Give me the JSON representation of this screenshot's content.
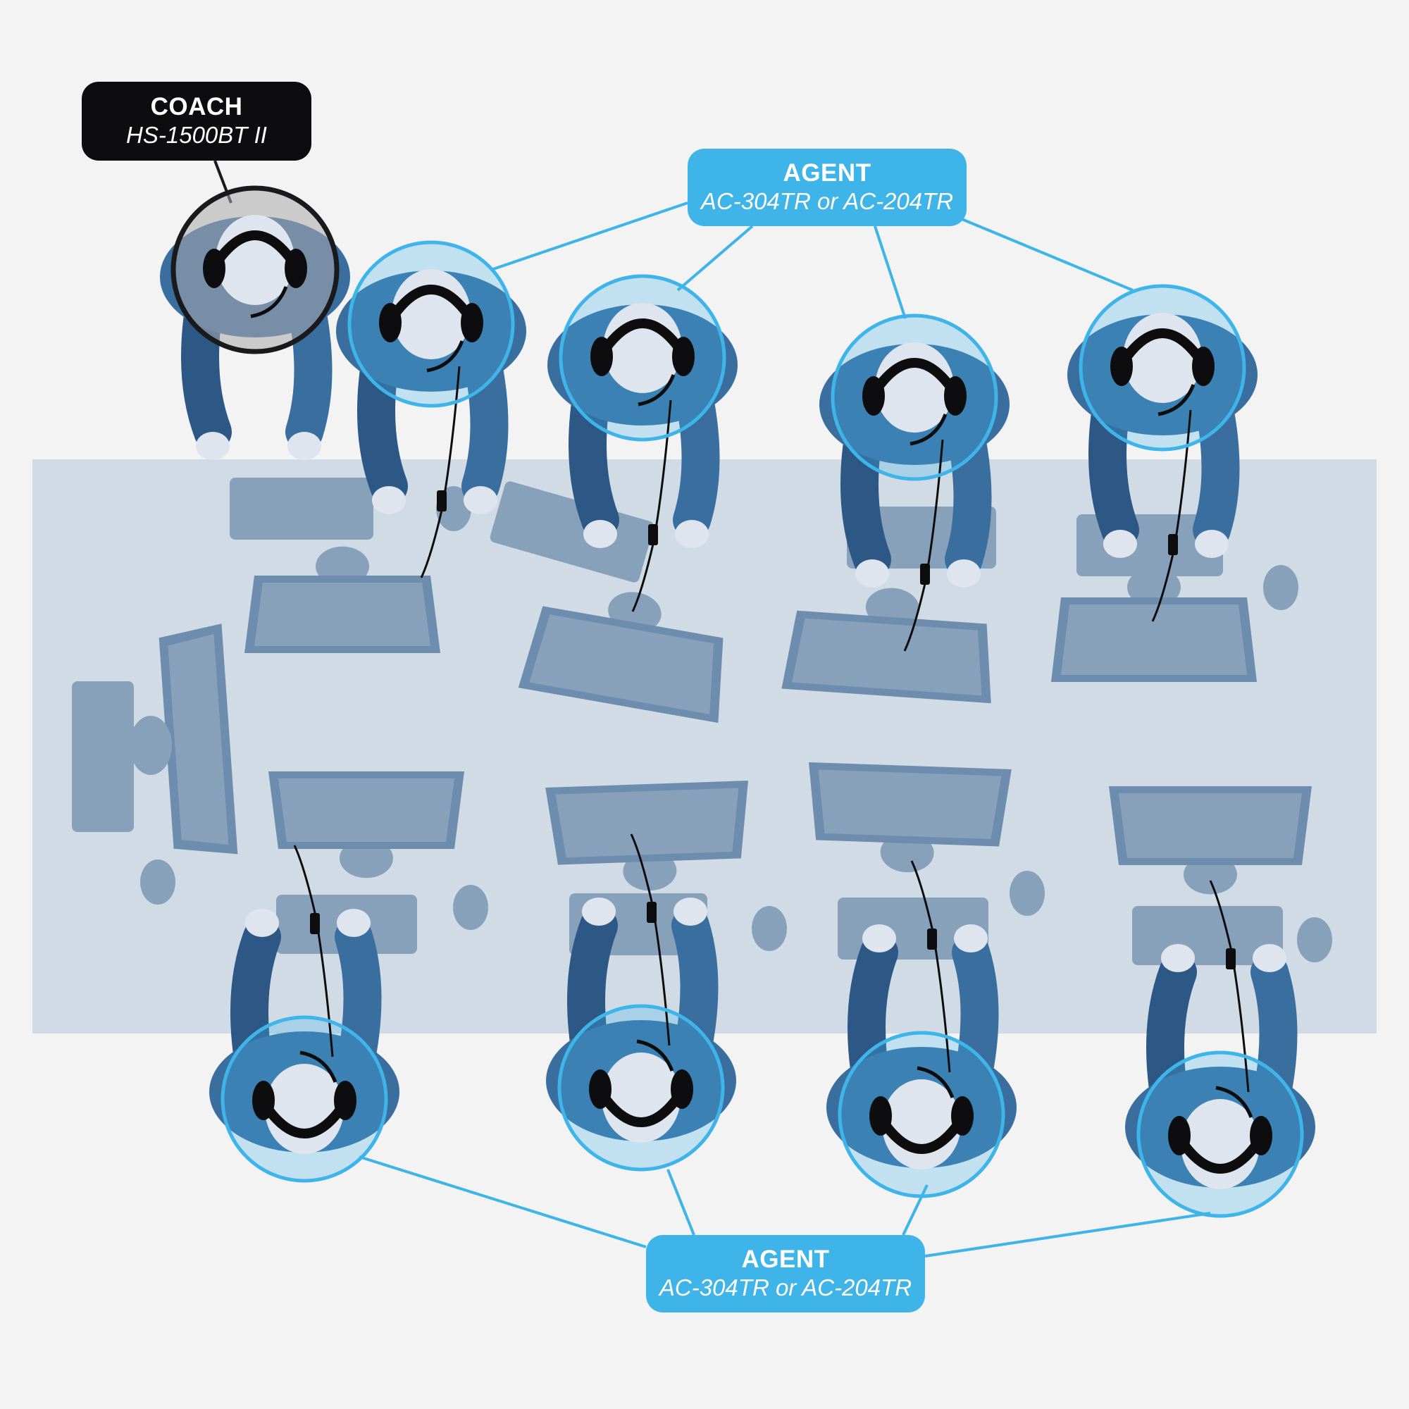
{
  "callouts": {
    "coach": {
      "title": "COACH",
      "model": "HS-1500BT II"
    },
    "agent_top": {
      "title": "AGENT",
      "model": "AC-304TR or AC-204TR"
    },
    "agent_bottom": {
      "title": "AGENT",
      "model": "AC-304TR or AC-204TR"
    }
  },
  "colors": {
    "background": "#f3f3f4",
    "desk": "#d0dbe5",
    "person": "#3a6e9f",
    "person_dark": "#2d5886",
    "head": "#dfe5ee",
    "equipment": "#88a1bb",
    "equipment_edge": "#6d8cae",
    "headset": "#0d0d0f",
    "agent_ring": "#3fb4e8",
    "coach_ring": "#1a1a1c",
    "coach_fill": "#a9a9ab"
  },
  "scene": {
    "people": [
      {
        "role": "coach",
        "row": "top"
      },
      {
        "role": "agent",
        "row": "top"
      },
      {
        "role": "agent",
        "row": "top"
      },
      {
        "role": "agent",
        "row": "top"
      },
      {
        "role": "agent",
        "row": "top"
      },
      {
        "role": "agent",
        "row": "bottom"
      },
      {
        "role": "agent",
        "row": "bottom"
      },
      {
        "role": "agent",
        "row": "bottom"
      },
      {
        "role": "agent",
        "row": "bottom"
      }
    ]
  }
}
